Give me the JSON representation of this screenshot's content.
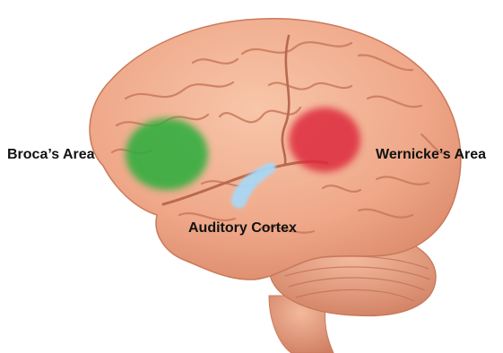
{
  "diagram": {
    "labels": {
      "broca": "Broca’s Area",
      "wernicke": "Wernicke’s Area",
      "auditory": "Auditory Cortex"
    },
    "regions": {
      "broca_color": "#2fae3c",
      "wernicke_color": "#dd2c3c",
      "auditory_color": "#a9d8f5"
    },
    "brain_color": "#f3b190"
  }
}
